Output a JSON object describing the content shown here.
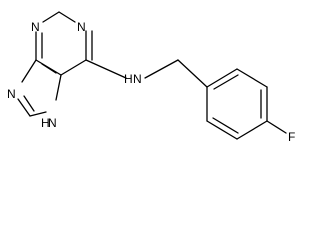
{
  "molecule": {
    "atoms": {
      "n1": "N",
      "n3": "N",
      "n7": "N",
      "n9": "N",
      "n9_h": "H",
      "amine_n": "N",
      "amine_h": "H",
      "fluorine": "F"
    }
  },
  "colors": {
    "bond": "#000000",
    "label": "#000000",
    "background": "#ffffff"
  }
}
